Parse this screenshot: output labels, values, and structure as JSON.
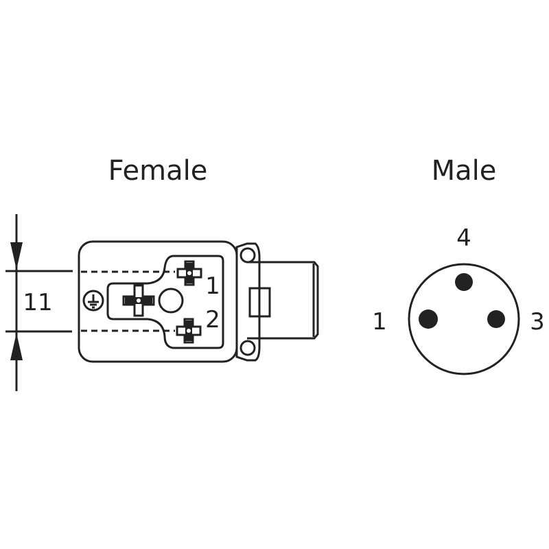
{
  "female": {
    "title": "Female",
    "dimension": "11",
    "pin_labels": [
      "1",
      "2"
    ],
    "icon": "ground-icon"
  },
  "male": {
    "title": "Male",
    "pin_labels": {
      "top": "4",
      "left": "1",
      "right": "3"
    }
  }
}
